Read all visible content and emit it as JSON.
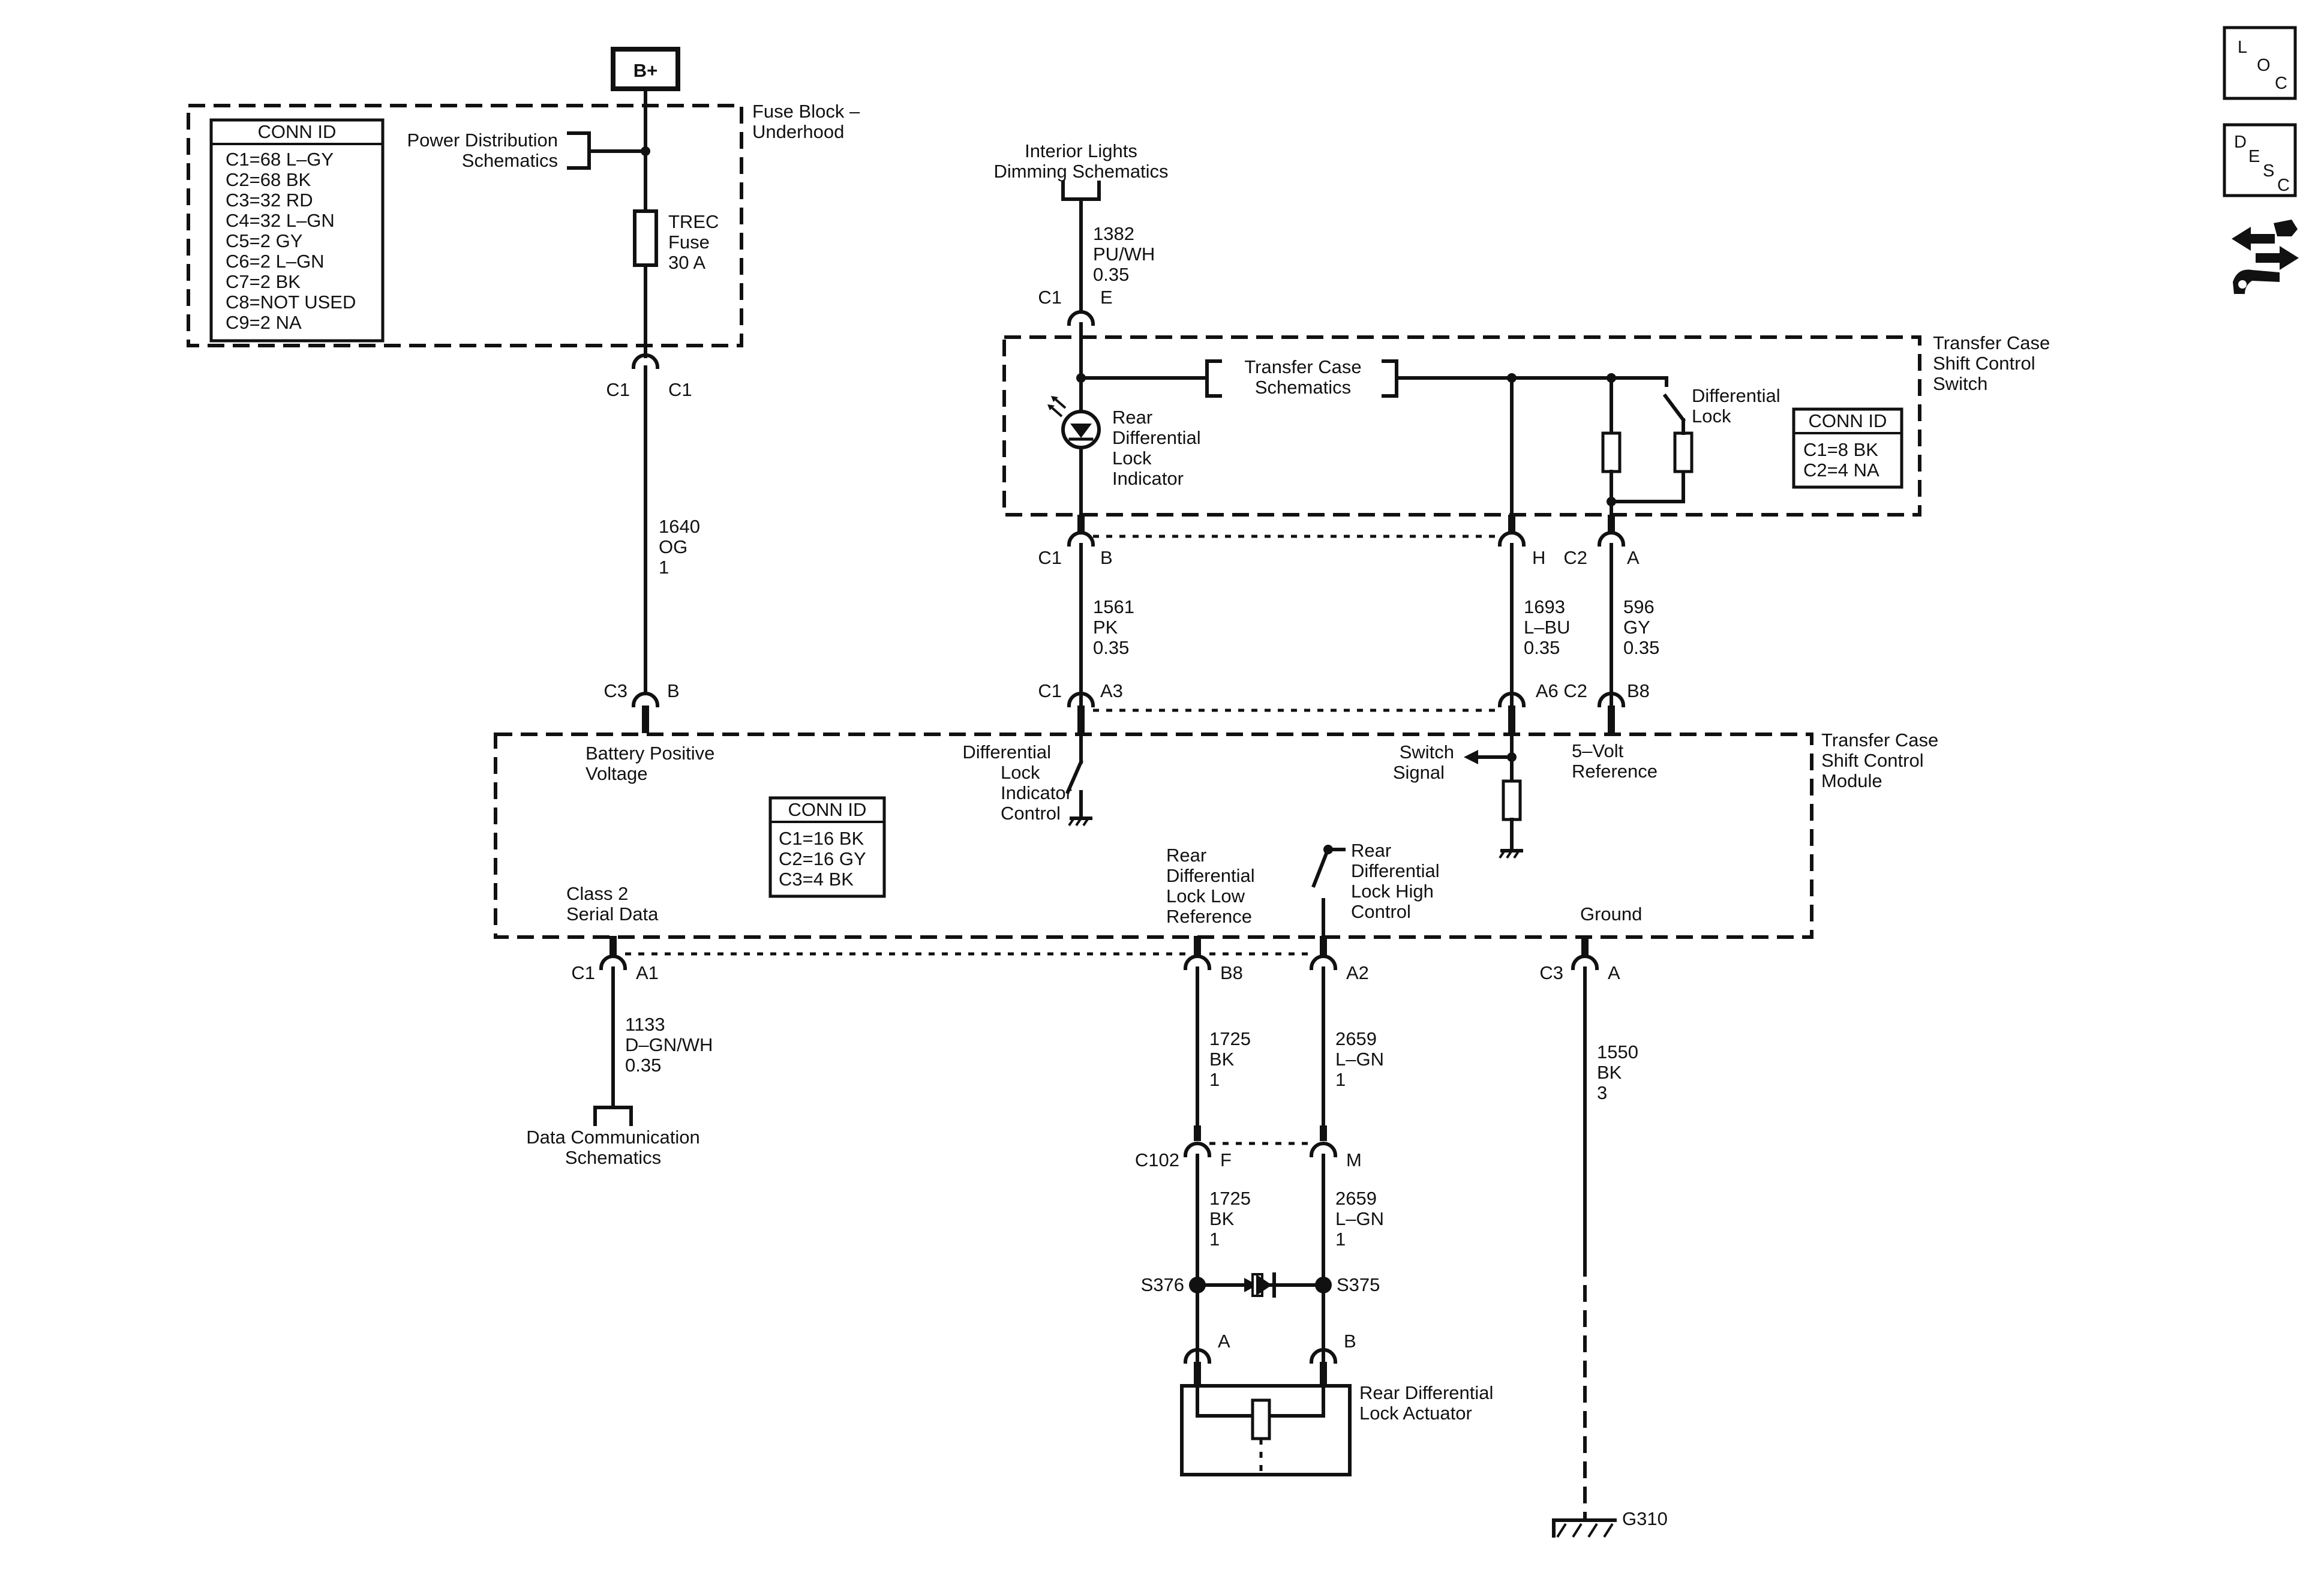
{
  "power": {
    "label": "B+"
  },
  "fuse_block": {
    "title_lines": [
      "Fuse Block –",
      "Underhood"
    ],
    "power_dist_lines": [
      "Power Distribution",
      "Schematics"
    ],
    "fuse_lines": [
      "TREC",
      "Fuse",
      "30 A"
    ],
    "conn": {
      "header": "CONN ID",
      "rows": [
        "C1=68 L–GY",
        "C2=68 BK",
        "C3=32 RD",
        "C4=32 L–GN",
        "C5=2 GY",
        "C6=2 L–GN",
        "C7=2 BK",
        "C8=NOT USED",
        "C9=2 NA"
      ]
    },
    "bottom_conn": {
      "left": "C1",
      "right": "C1"
    }
  },
  "wire_1640": {
    "lines": [
      "1640",
      "OG",
      "1"
    ]
  },
  "interior_lights": {
    "lines": [
      "Interior Lights",
      "Dimming Schematics"
    ]
  },
  "wire_1382": {
    "lines": [
      "1382",
      "PU/WH",
      "0.35"
    ],
    "conn_left": "C1",
    "conn_right": "E"
  },
  "switch": {
    "title_lines": [
      "Transfer Case",
      "Shift Control",
      "Switch"
    ],
    "tc_schem_lines": [
      "Transfer Case",
      "Schematics"
    ],
    "indicator_lines": [
      "Rear",
      "Differential",
      "Lock",
      "Indicator"
    ],
    "diff_lock_lines": [
      "Differential",
      "Lock"
    ],
    "conn": {
      "header": "CONN ID",
      "rows": [
        "C1=8 BK",
        "C2=4 NA"
      ]
    },
    "pins": {
      "b_left": "C1",
      "b_right": "B",
      "h": "H",
      "a_left": "C2",
      "a_right": "A"
    }
  },
  "wire_1561": {
    "lines": [
      "1561",
      "PK",
      "0.35"
    ]
  },
  "wire_1693": {
    "lines": [
      "1693",
      "L–BU",
      "0.35"
    ]
  },
  "wire_596": {
    "lines": [
      "596",
      "GY",
      "0.35"
    ]
  },
  "module_top_pins": {
    "c3": "C3",
    "b": "B",
    "c1": "C1",
    "a3": "A3",
    "a6c2": "A6 C2",
    "b8": "B8"
  },
  "module": {
    "title_lines": [
      "Transfer Case",
      "Shift Control",
      "Module"
    ],
    "bat_lines": [
      "Battery Positive",
      "Voltage"
    ],
    "dlic_lines": [
      "Differential",
      "Lock",
      "Indicator",
      "Control"
    ],
    "switch_signal_lines": [
      "Switch",
      "Signal"
    ],
    "five_volt_lines": [
      "5–Volt",
      "Reference"
    ],
    "conn": {
      "header": "CONN ID",
      "rows": [
        "C1=16 BK",
        "C2=16 GY",
        "C3=4 BK"
      ]
    },
    "class2_lines": [
      "Class 2",
      "Serial Data"
    ],
    "low_ref_lines": [
      "Rear",
      "Differential",
      "Lock Low",
      "Reference"
    ],
    "high_ctrl_lines": [
      "Rear",
      "Differential",
      "Lock High",
      "Control"
    ],
    "ground_label": "Ground"
  },
  "module_bottom_pins": {
    "c1": "C1",
    "a1": "A1",
    "b8": "B8",
    "a2": "A2",
    "c3": "C3",
    "a": "A"
  },
  "wire_1133": {
    "lines": [
      "1133",
      "D–GN/WH",
      "0.35"
    ]
  },
  "data_comm": {
    "lines": [
      "Data Communication",
      "Schematics"
    ]
  },
  "wire_1725_a": {
    "lines": [
      "1725",
      "BK",
      "1"
    ]
  },
  "wire_2659_a": {
    "lines": [
      "2659",
      "L–GN",
      "1"
    ]
  },
  "wire_1550": {
    "lines": [
      "1550",
      "BK",
      "3"
    ]
  },
  "c102": {
    "label": "C102",
    "f": "F",
    "m": "M"
  },
  "wire_1725_b": {
    "lines": [
      "1725",
      "BK",
      "1"
    ]
  },
  "wire_2659_b": {
    "lines": [
      "2659",
      "L–GN",
      "1"
    ]
  },
  "splices": {
    "left": "S376",
    "right": "S375"
  },
  "actuator": {
    "pin_a": "A",
    "pin_b": "B",
    "lines": [
      "Rear Differential",
      "Lock Actuator"
    ]
  },
  "ground_g310": {
    "label": "G310"
  },
  "icons": {
    "loc": [
      "L",
      "O",
      "C"
    ],
    "desc": [
      "D",
      "E",
      "S",
      "C"
    ]
  }
}
